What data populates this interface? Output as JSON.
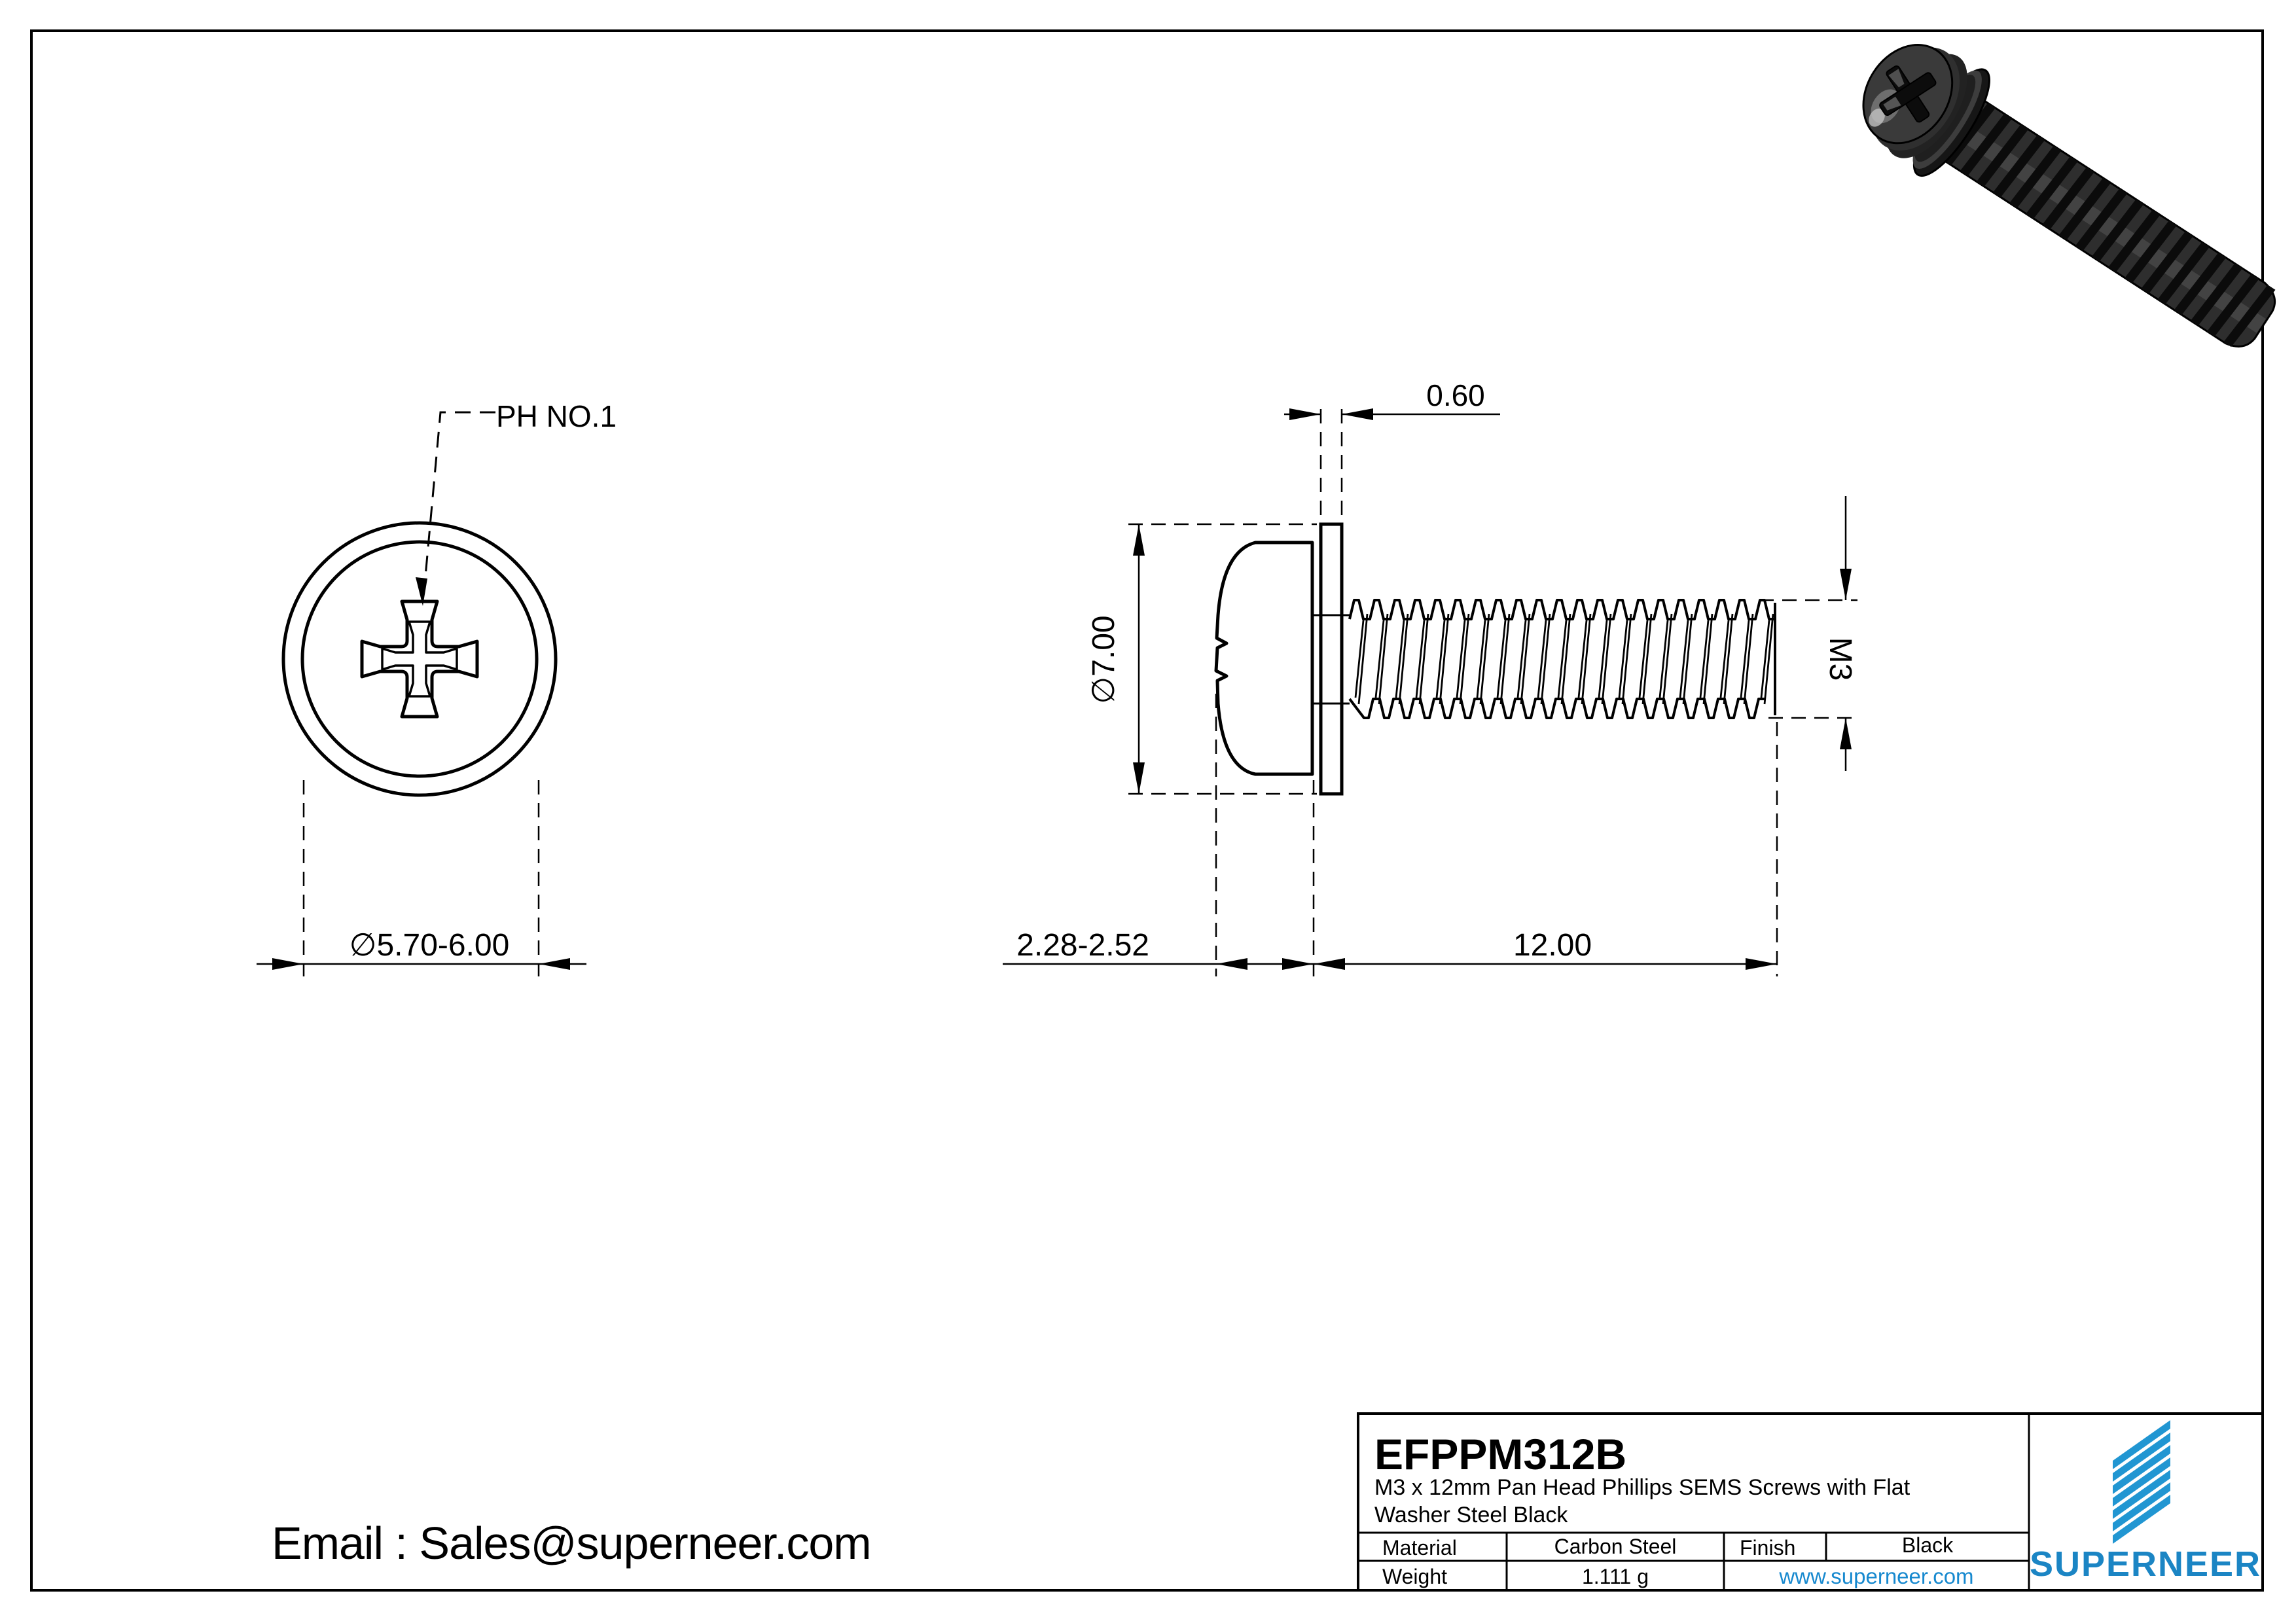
{
  "drawing": {
    "email": "Email : Sales@superneer.com",
    "leader_label": "PH NO.1"
  },
  "dimensions": {
    "head_diameter": "∅5.70-6.00",
    "washer_thickness": "0.60",
    "washer_diameter": "∅7.00",
    "thread_size": "M3",
    "head_height": "2.28-2.52",
    "thread_length": "12.00"
  },
  "titleblock": {
    "part_number": "EFPPM312B",
    "description_line1": "M3 x 12mm Pan Head Phillips SEMS Screws with  Flat",
    "description_line2": "Washer Steel Black",
    "material_label": "Material",
    "material_value": "Carbon Steel",
    "finish_label": "Finish",
    "finish_value": "Black",
    "weight_label": "Weight",
    "weight_value": "1.111 g",
    "website": "www.superneer.com",
    "brand": "SUPERNEER"
  },
  "colors": {
    "line": "#000000",
    "brand_blue": "#1b85c4",
    "logo_stripe_blue": "#2196d2",
    "link_blue": "#1789cf",
    "screw_body": "#2e2e2e"
  }
}
